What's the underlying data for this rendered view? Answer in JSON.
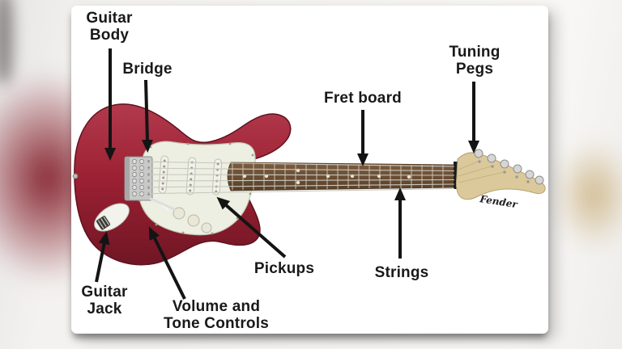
{
  "diagram": {
    "subject": "electric-guitar-parts",
    "colors": {
      "panel_background": "#ffffff",
      "label_text": "#191919",
      "arrow": "#141414",
      "body_red": "#9c2133",
      "pickguard": "#edefe2",
      "fretboard_brown": "#6b4f35",
      "headstock_tan": "#dbc99c",
      "hardware_silver": "#c9c9c9"
    }
  },
  "labels": {
    "guitar_body": {
      "line1": "Guitar",
      "line2": "Body"
    },
    "bridge": {
      "line1": "Bridge"
    },
    "fret_board": {
      "line1": "Fret board"
    },
    "tuning_pegs": {
      "line1": "Tuning",
      "line2": "Pegs"
    },
    "pickups": {
      "line1": "Pickups"
    },
    "strings": {
      "line1": "Strings"
    },
    "guitar_jack": {
      "line1": "Guitar",
      "line2": "Jack"
    },
    "volume_tone": {
      "line1": "Volume and",
      "line2": "Tone Controls"
    }
  },
  "guitar": {
    "headstock_logo": "Fender"
  }
}
